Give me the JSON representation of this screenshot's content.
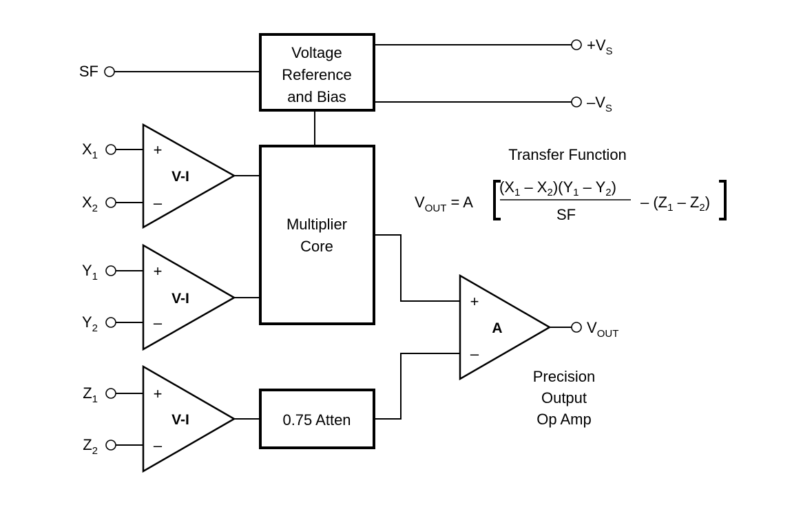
{
  "inputs": {
    "sf": "SF",
    "x1": {
      "base": "X",
      "sub": "1"
    },
    "x2": {
      "base": "X",
      "sub": "2"
    },
    "y1": {
      "base": "Y",
      "sub": "1"
    },
    "y2": {
      "base": "Y",
      "sub": "2"
    },
    "z1": {
      "base": "Z",
      "sub": "1"
    },
    "z2": {
      "base": "Z",
      "sub": "2"
    }
  },
  "supplies": {
    "pos": {
      "base": "+V",
      "sub": "S"
    },
    "neg": {
      "base": "–V",
      "sub": "S"
    }
  },
  "blocks": {
    "reference": {
      "line1": "Voltage",
      "line2": "Reference",
      "line3": "and Bias"
    },
    "multiplier": {
      "line1": "Multiplier",
      "line2": "Core"
    },
    "atten": "0.75 Atten"
  },
  "converters": {
    "label": "V-I",
    "plus": "+",
    "minus": "–"
  },
  "opamp": {
    "label": "A",
    "plus": "+",
    "minus": "–",
    "caption": {
      "line1": "Precision",
      "line2": "Output",
      "line3": "Op Amp"
    }
  },
  "output": {
    "base": "V",
    "sub": "OUT"
  },
  "transfer_function": {
    "title": "Transfer Function",
    "lhs_base": "V",
    "lhs_sub": "OUT",
    "equals_a": " = A",
    "num_open": "(X",
    "num_s1": "1",
    "num_t1": " – X",
    "num_s2": "2",
    "num_t2": ")(Y",
    "num_s3": "1",
    "num_t3": " – Y",
    "num_s4": "2",
    "num_close": ")",
    "denominator": "SF",
    "tail_open": "– (Z",
    "tail_s1": "1",
    "tail_mid": " – Z",
    "tail_s2": "2",
    "tail_close": ")"
  }
}
